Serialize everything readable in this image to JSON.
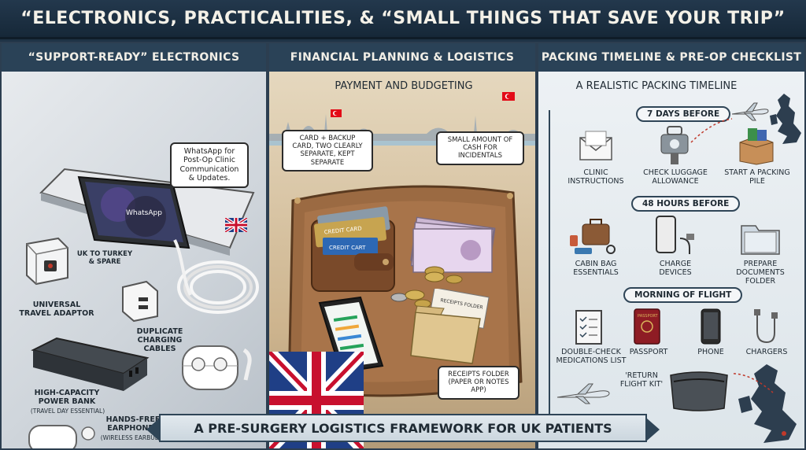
{
  "header": {
    "title": "“Electronics, Practicalities, & “Small Things That Save Your Trip”"
  },
  "panels": {
    "left": {
      "title": "“Support-Ready” Electronics",
      "callout": "WhatsApp for Post-Op Clinic Communication & Updates.",
      "labels": {
        "uk_to_turkey": "UK to Turkey & Spare",
        "universal_adaptor": "Universal Travel Adaptor",
        "duplicate_cables": "Duplicate Charging Cables",
        "power_bank": "High-Capacity Power Bank",
        "power_bank_sub": "(Travel Day Essential)",
        "earphones": "Hands-Free Earphones",
        "earphones_sub": "(Wireless Earbuds)"
      },
      "phone_app_label": "WhatsApp"
    },
    "middle": {
      "title": "Financial Planning & Logistics",
      "subtitle": "Payment and Budgeting",
      "callouts": {
        "card": "Card + Backup Card, Two Clearly Separate, Kept Separate",
        "cash": "Small Amount of Cash for Incidentals",
        "receipts": "Receipts Folder (Paper or Notes App)"
      },
      "card_text_1": "CREDIT CARD",
      "card_text_2": "CREDIT CART",
      "receipts_slip": "RECEIPTS FOLDER"
    },
    "right": {
      "title": "Packing Timeline & Pre-Op Checklist",
      "subtitle": "A Realistic Packing Timeline",
      "stages": [
        {
          "label": "7 Days Before",
          "items": [
            "Clinic Instructions",
            "Check Luggage Allowance",
            "Start a Packing Pile"
          ]
        },
        {
          "label": "48 Hours Before",
          "items": [
            "Cabin Bag Essentials",
            "Charge Devices",
            "Prepare Documents Folder"
          ]
        },
        {
          "label": "Morning of Flight",
          "items": [
            "Double-Check Medications List",
            "Passport",
            "Phone",
            "Chargers"
          ]
        }
      ],
      "return_kit": "'Return Flight Kit'",
      "passport_text": "PASSPORT"
    }
  },
  "footer": {
    "title": "A Pre-Surgery Logistics Framework for UK Patients"
  },
  "colors": {
    "header_bg": "#1f3346",
    "panel_header_bg": "#2a4257",
    "accent_red": "#c0392b",
    "leather": "#8b5a36",
    "whatsapp_green": "#25d366"
  },
  "icons": [
    "phone-icon",
    "wireless-charger-icon",
    "adaptor-icon",
    "usb-charger-icon",
    "cable-icon",
    "power-bank-icon",
    "earbuds-icon",
    "uk-flag-icon",
    "turkey-flag-icon",
    "wallet-icon",
    "cash-icon",
    "coins-icon",
    "folder-icon",
    "envelope-icon",
    "scale-icon",
    "box-icon",
    "airplane-icon",
    "uk-map-icon",
    "bag-icon",
    "passport-icon",
    "checklist-icon",
    "charger-cable-icon",
    "pouch-icon"
  ]
}
